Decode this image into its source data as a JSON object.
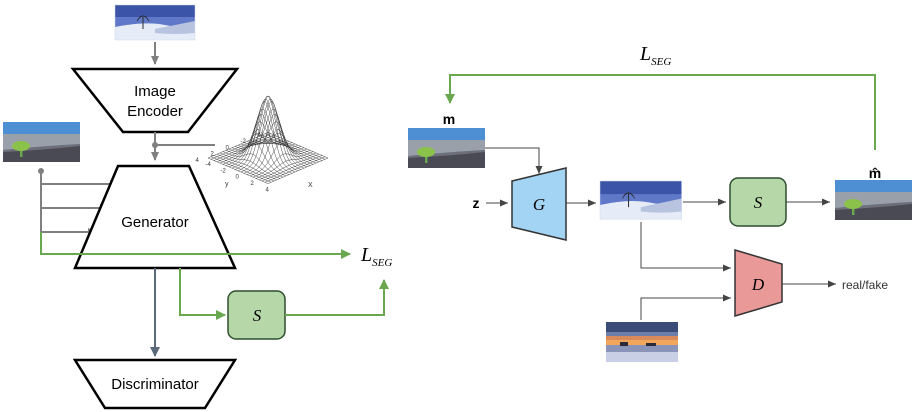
{
  "left": {
    "encoder_label_line1": "Image",
    "encoder_label_line2": "Encoder",
    "generator_label": "Generator",
    "discriminator_label": "Discriminator",
    "seg_box_label": "S",
    "loss_main": "L",
    "loss_sub": "SEG",
    "gaussian_axis_x": "X",
    "gaussian_axis_y": "y",
    "gaussian_ticks_x": [
      "-4",
      "-2",
      "0",
      "2",
      "4"
    ],
    "gaussian_ticks_y": [
      "4",
      "2",
      "0",
      "-2",
      "-4"
    ]
  },
  "right": {
    "loss_main": "L",
    "loss_sub": "SEG",
    "mask_label": "m",
    "mask_hat_label": "m̂",
    "noise_label": "z",
    "gen_label": "G",
    "seg_label": "S",
    "disc_label": "D",
    "output_label": "real/fake"
  },
  "colors": {
    "green_line": "#6aa84f",
    "gray_line": "#808080",
    "dark_line": "#555555",
    "slate_line": "#5a6a7a",
    "seg_fill": "#b6d7a8",
    "gen_fill": "#a4d4f4",
    "disc_fill": "#ea9999"
  }
}
